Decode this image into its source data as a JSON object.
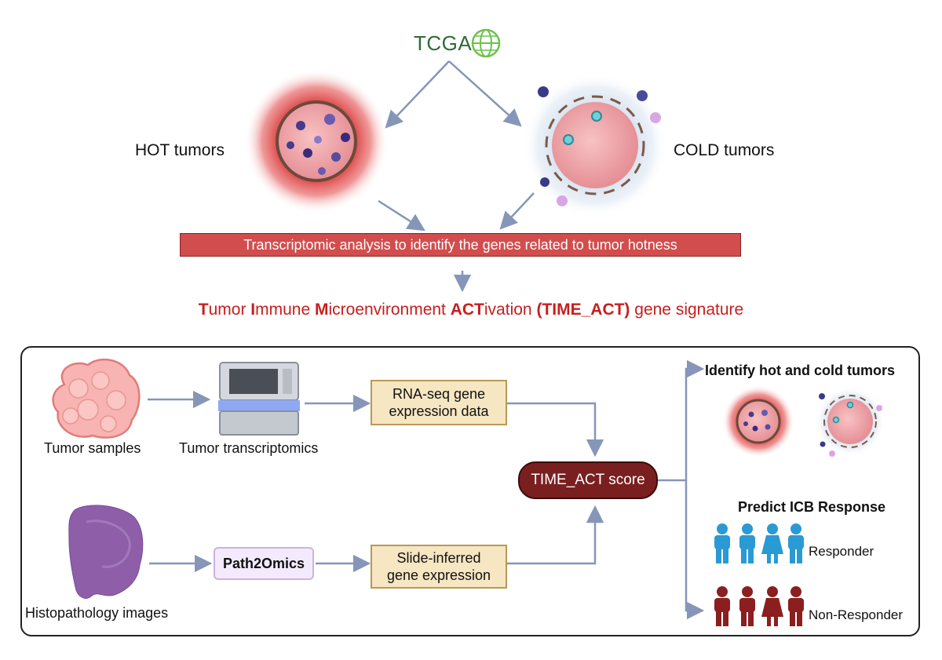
{
  "top": {
    "tcga_label": "TCGA",
    "hot_label": "HOT tumors",
    "cold_label": "COLD tumors",
    "banner_text": "Transcriptomic analysis to identify the genes related to tumor hotness",
    "signature": {
      "p1_red": "T",
      "p1_rest": "umor ",
      "p2_red": "I",
      "p2_rest": "mmune ",
      "p3_red": "M",
      "p3_rest": "icroenvironment ",
      "p4_red": "ACT",
      "p4_rest": "ivation ",
      "p5_bold": "(TIME_ACT)",
      "p5_rest": " gene signature"
    }
  },
  "panel": {
    "tumor_samples": "Tumor samples",
    "tumor_transcriptomics": "Tumor transcriptomics",
    "rnaseq_line1": "RNA-seq gene",
    "rnaseq_line2": "expression data",
    "histopathology": "Histopathology images",
    "path2omics": "Path2Omics",
    "slide_line1": "Slide-inferred",
    "slide_line2": "gene expression",
    "score": "TIME_ACT score",
    "identify": "Identify hot and cold tumors",
    "predict": "Predict ICB Response",
    "responder": "Responder",
    "non_responder": "Non-Responder"
  },
  "colors": {
    "hot_red": "#d42020",
    "banner_red": "#d24d4d",
    "signature_red": "#c81e1e",
    "score_dark_red": "#7a1f1f",
    "responder_blue": "#2a9ad4",
    "non_responder_red": "#8b1f1f",
    "arrow": "#8596b8",
    "box_fill": "#f6e6c2"
  },
  "icons": [
    "globe-icon",
    "hot-tumor-icon",
    "cold-tumor-icon",
    "tissue-sample-icon",
    "sequencer-icon",
    "histology-slide-icon",
    "person-icon"
  ]
}
